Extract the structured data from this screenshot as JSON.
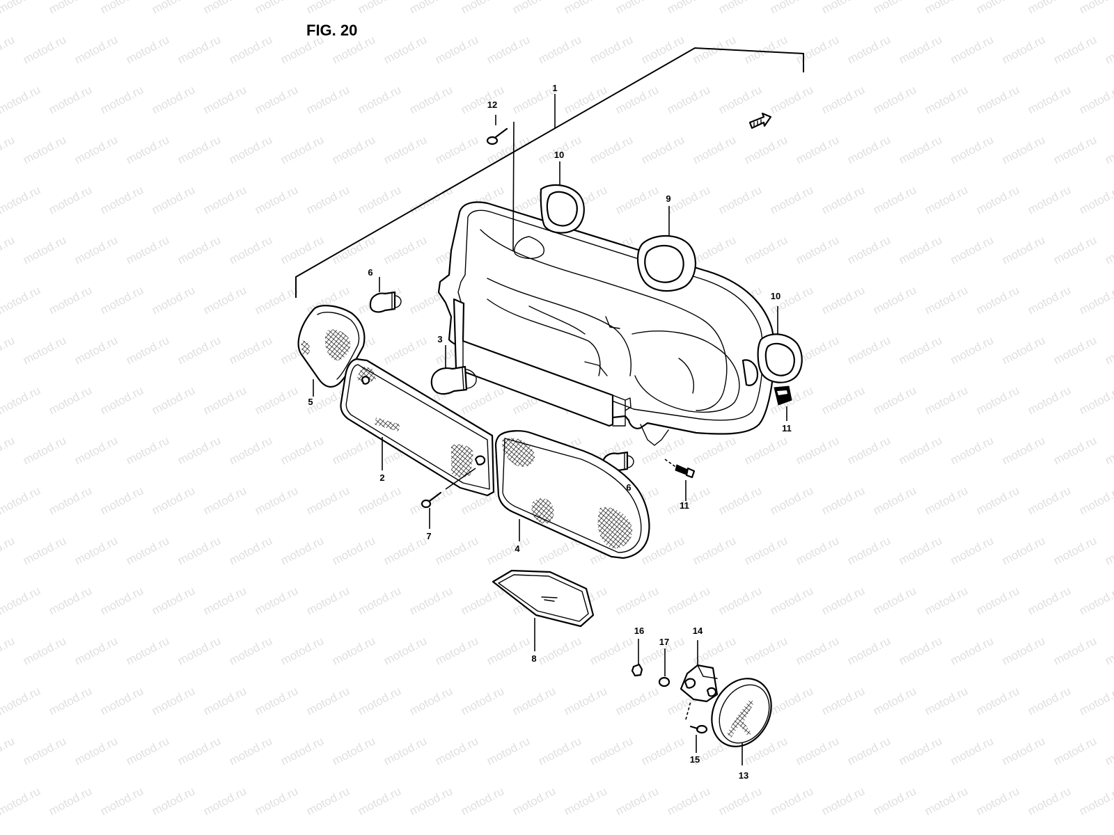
{
  "figure": {
    "title": "FIG. 20",
    "watermark_text": "motod.ru"
  },
  "callouts": [
    {
      "id": "c1",
      "label": "1"
    },
    {
      "id": "c2",
      "label": "2"
    },
    {
      "id": "c3",
      "label": "3"
    },
    {
      "id": "c4",
      "label": "4"
    },
    {
      "id": "c5",
      "label": "5"
    },
    {
      "id": "c6a",
      "label": "6"
    },
    {
      "id": "c6b",
      "label": "6"
    },
    {
      "id": "c7",
      "label": "7"
    },
    {
      "id": "c8",
      "label": "8"
    },
    {
      "id": "c9",
      "label": "9"
    },
    {
      "id": "c10a",
      "label": "10"
    },
    {
      "id": "c10b",
      "label": "10"
    },
    {
      "id": "c11a",
      "label": "11"
    },
    {
      "id": "c11b",
      "label": "11"
    },
    {
      "id": "c12",
      "label": "12"
    },
    {
      "id": "c13",
      "label": "13"
    },
    {
      "id": "c14",
      "label": "14"
    },
    {
      "id": "c15",
      "label": "15"
    },
    {
      "id": "c16",
      "label": "16"
    },
    {
      "id": "c17",
      "label": "17"
    }
  ],
  "icons": {
    "direction_arrow": "front-direction-arrow-icon"
  }
}
